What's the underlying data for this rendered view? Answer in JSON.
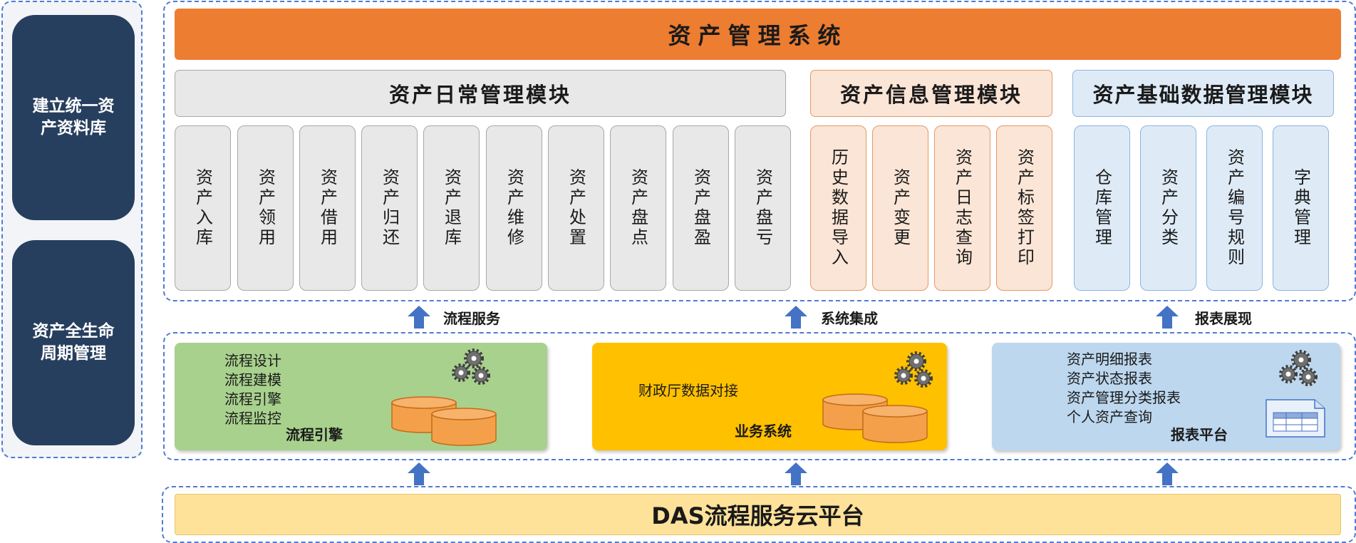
{
  "left": {
    "box1": "建立统一资产资料库",
    "box2": "资产全生命周期管理"
  },
  "system_title": "资产管理系统",
  "modules": {
    "daily": {
      "title": "资产日常管理模块",
      "items": [
        "资产入库",
        "资产领用",
        "资产借用",
        "资产归还",
        "资产退库",
        "资产维修",
        "资产处置",
        "资产盘点",
        "资产盘盈",
        "资产盘亏"
      ]
    },
    "info": {
      "title": "资产信息管理模块",
      "items": [
        "历史数据导入",
        "资产变更",
        "资产日志查询",
        "资产标签打印"
      ]
    },
    "base": {
      "title": "资产基础数据管理模块",
      "items": [
        "仓库管理",
        "资产分类",
        "资产编号规则",
        "字典管理"
      ]
    }
  },
  "arrow_labels": [
    "流程服务",
    "系统集成",
    "报表展现"
  ],
  "panels": {
    "flow": {
      "lines": [
        "流程设计",
        "流程建模",
        "流程引擎",
        "流程监控"
      ],
      "label": "流程引擎",
      "color": "#a9d18e"
    },
    "biz": {
      "lines": [
        "财政厅数据对接"
      ],
      "label": "业务系统",
      "color": "#ffc000"
    },
    "report": {
      "lines": [
        "资产明细报表",
        "资产状态报表",
        "资产管理分类报表",
        "个人资产查询"
      ],
      "label": "报表平台",
      "color": "#bdd7ee"
    }
  },
  "platform": "DAS流程服务云平台",
  "colors": {
    "navy": "#273f5e",
    "orange": "#ec7d31",
    "dashed_border": "#4f7bd1",
    "arrow": "#4472c4",
    "cylinder": "#f4a04b",
    "platform": "#ffe29a"
  },
  "icons": [
    "gear-icon",
    "database-icon",
    "report-icon",
    "up-arrow-icon"
  ]
}
